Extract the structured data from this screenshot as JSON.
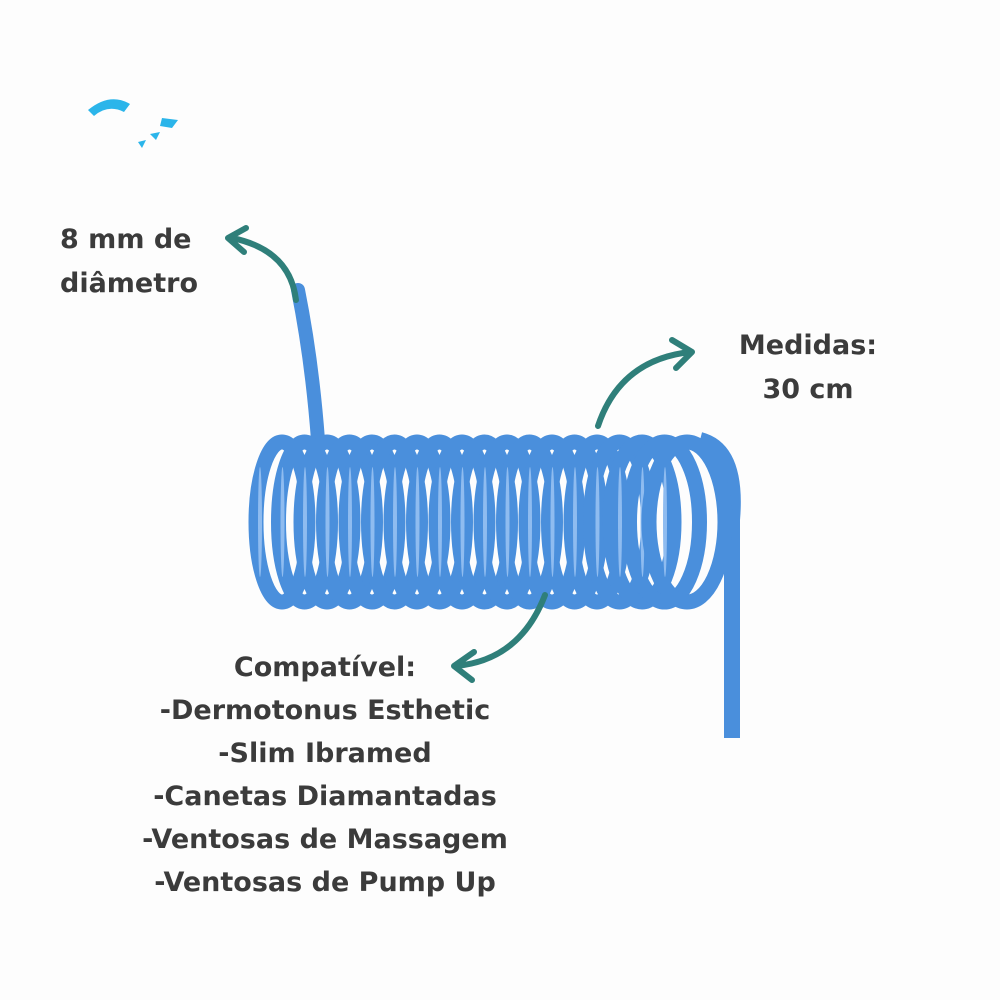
{
  "logo": {
    "icon": "brand-logo-blurred",
    "color": "#2bb5ea"
  },
  "diameter": {
    "line1": "8 mm de",
    "line2": "diâmetro"
  },
  "measures": {
    "line1": "Medidas:",
    "line2": "30 cm"
  },
  "compatible": {
    "title": "Compatível:",
    "items": [
      "-Dermotonus Esthetic",
      "-Slim Ibramed",
      "-Canetas Diamantadas",
      "-Ventosas de Massagem",
      "-Ventosas de Pump Up"
    ]
  },
  "colors": {
    "hose": "#4a8fdc",
    "arrow": "#2f7f7a",
    "text": "#3b3b3b"
  }
}
